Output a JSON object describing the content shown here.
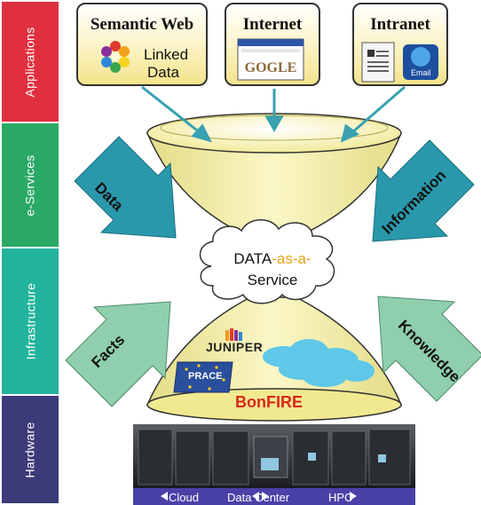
{
  "layers": [
    {
      "label": "Applications",
      "color": "#e0303f"
    },
    {
      "label": "e-Services",
      "color": "#2aa865"
    },
    {
      "label": "Infrastructure",
      "color": "#22b39c"
    },
    {
      "label": "Hardware",
      "color": "#3c3a78"
    }
  ],
  "apps": {
    "semantic_web": {
      "title": "Semantic Web",
      "sub1": "Linked",
      "sub2": "Data"
    },
    "internet": {
      "title": "Internet"
    },
    "intranet": {
      "title": "Intranet",
      "email_label": "Email"
    }
  },
  "center": {
    "line1": "DATA",
    "as": "-as-a-",
    "line2": "Service"
  },
  "arrows": {
    "data": "Data",
    "information": "Information",
    "facts": "Facts",
    "knowledge": "Knowledge"
  },
  "logos": {
    "juniper": "JUNIPER",
    "bonfire": "BonFIRE",
    "prace": "PRACE"
  },
  "bottom": {
    "cloud": "Cloud",
    "datacenter": "Data Center",
    "hpc": "HPC"
  },
  "colors": {
    "arrow_blue": "#2a98ab",
    "arrow_green": "#8fcfae",
    "arrow_teal": "#37a1b1",
    "funnel": "#f6ef9a",
    "bottom_bar": "#4a41a8"
  }
}
